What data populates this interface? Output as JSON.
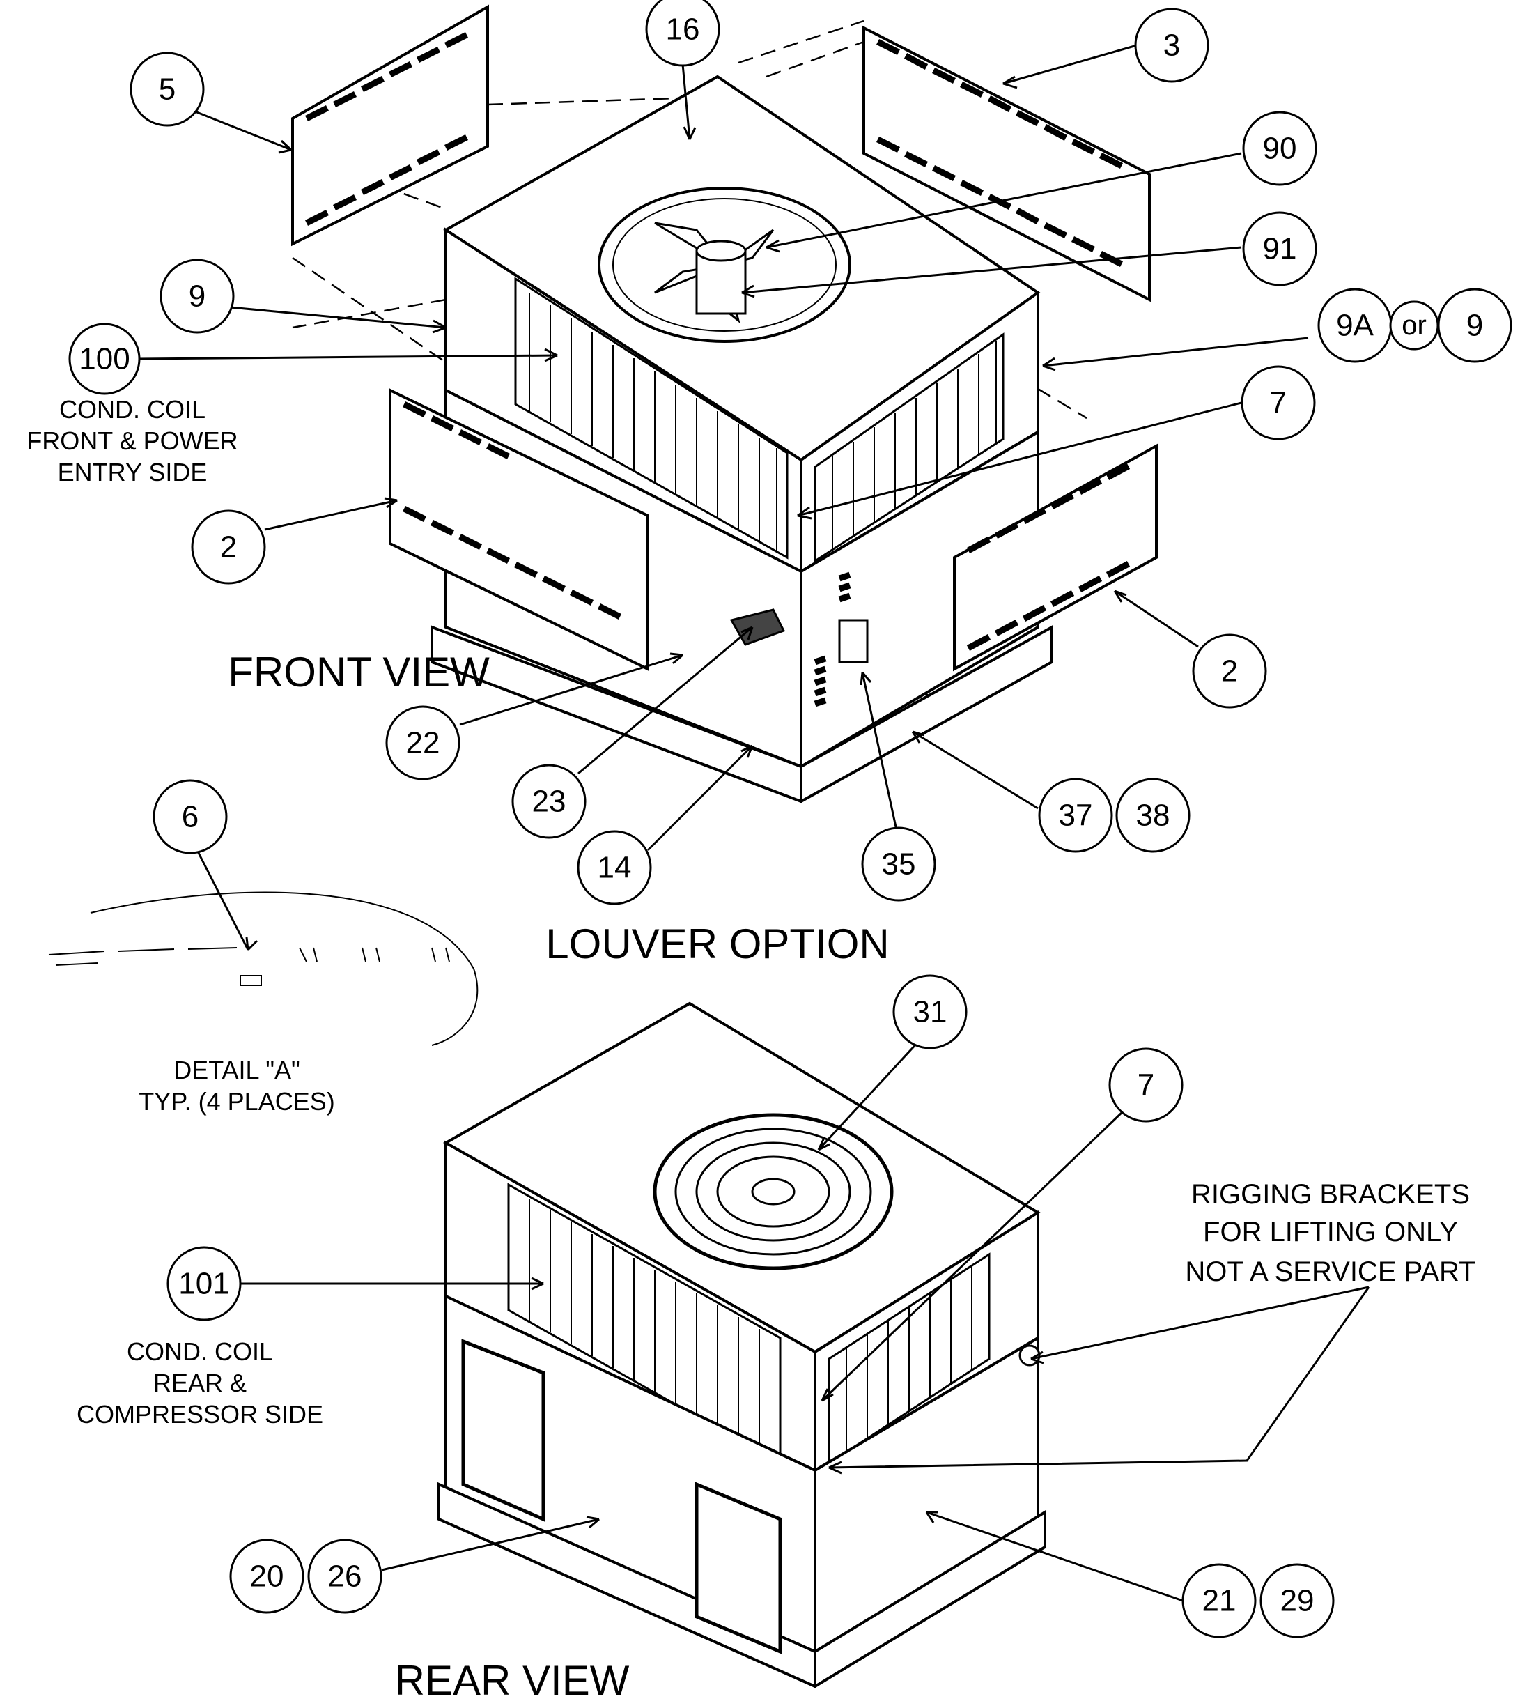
{
  "callouts": {
    "c5": "5",
    "c16": "16",
    "c3": "3",
    "c90": "90",
    "c91": "91",
    "c9_left": "9",
    "c100": "100",
    "c9a": "9A",
    "c_or": "or",
    "c9_right": "9",
    "c7_front": "7",
    "c2_left": "2",
    "c2_right": "2",
    "c22": "22",
    "c23": "23",
    "c14": "14",
    "c35": "35",
    "c37": "37",
    "c38": "38",
    "c6": "6",
    "c31": "31",
    "c7_rear": "7",
    "c101": "101",
    "c20": "20",
    "c26": "26",
    "c21": "21",
    "c29": "29"
  },
  "labels": {
    "cond_coil_front_1": "COND. COIL",
    "cond_coil_front_2": "FRONT & POWER",
    "cond_coil_front_3": "ENTRY SIDE",
    "detail_a_1": "DETAIL \"A\"",
    "detail_a_2": "TYP. (4 PLACES)",
    "cond_coil_rear_1": "COND. COIL",
    "cond_coil_rear_2": "REAR &",
    "cond_coil_rear_3": "COMPRESSOR SIDE",
    "rigging_1": "RIGGING BRACKETS",
    "rigging_2": "FOR LIFTING ONLY",
    "rigging_3": "NOT A SERVICE PART"
  },
  "titles": {
    "front_view": "FRONT VIEW",
    "louver_option": "LOUVER OPTION",
    "rear_view": "REAR VIEW"
  },
  "colors": {
    "ink": "#000000",
    "paper": "#ffffff"
  }
}
